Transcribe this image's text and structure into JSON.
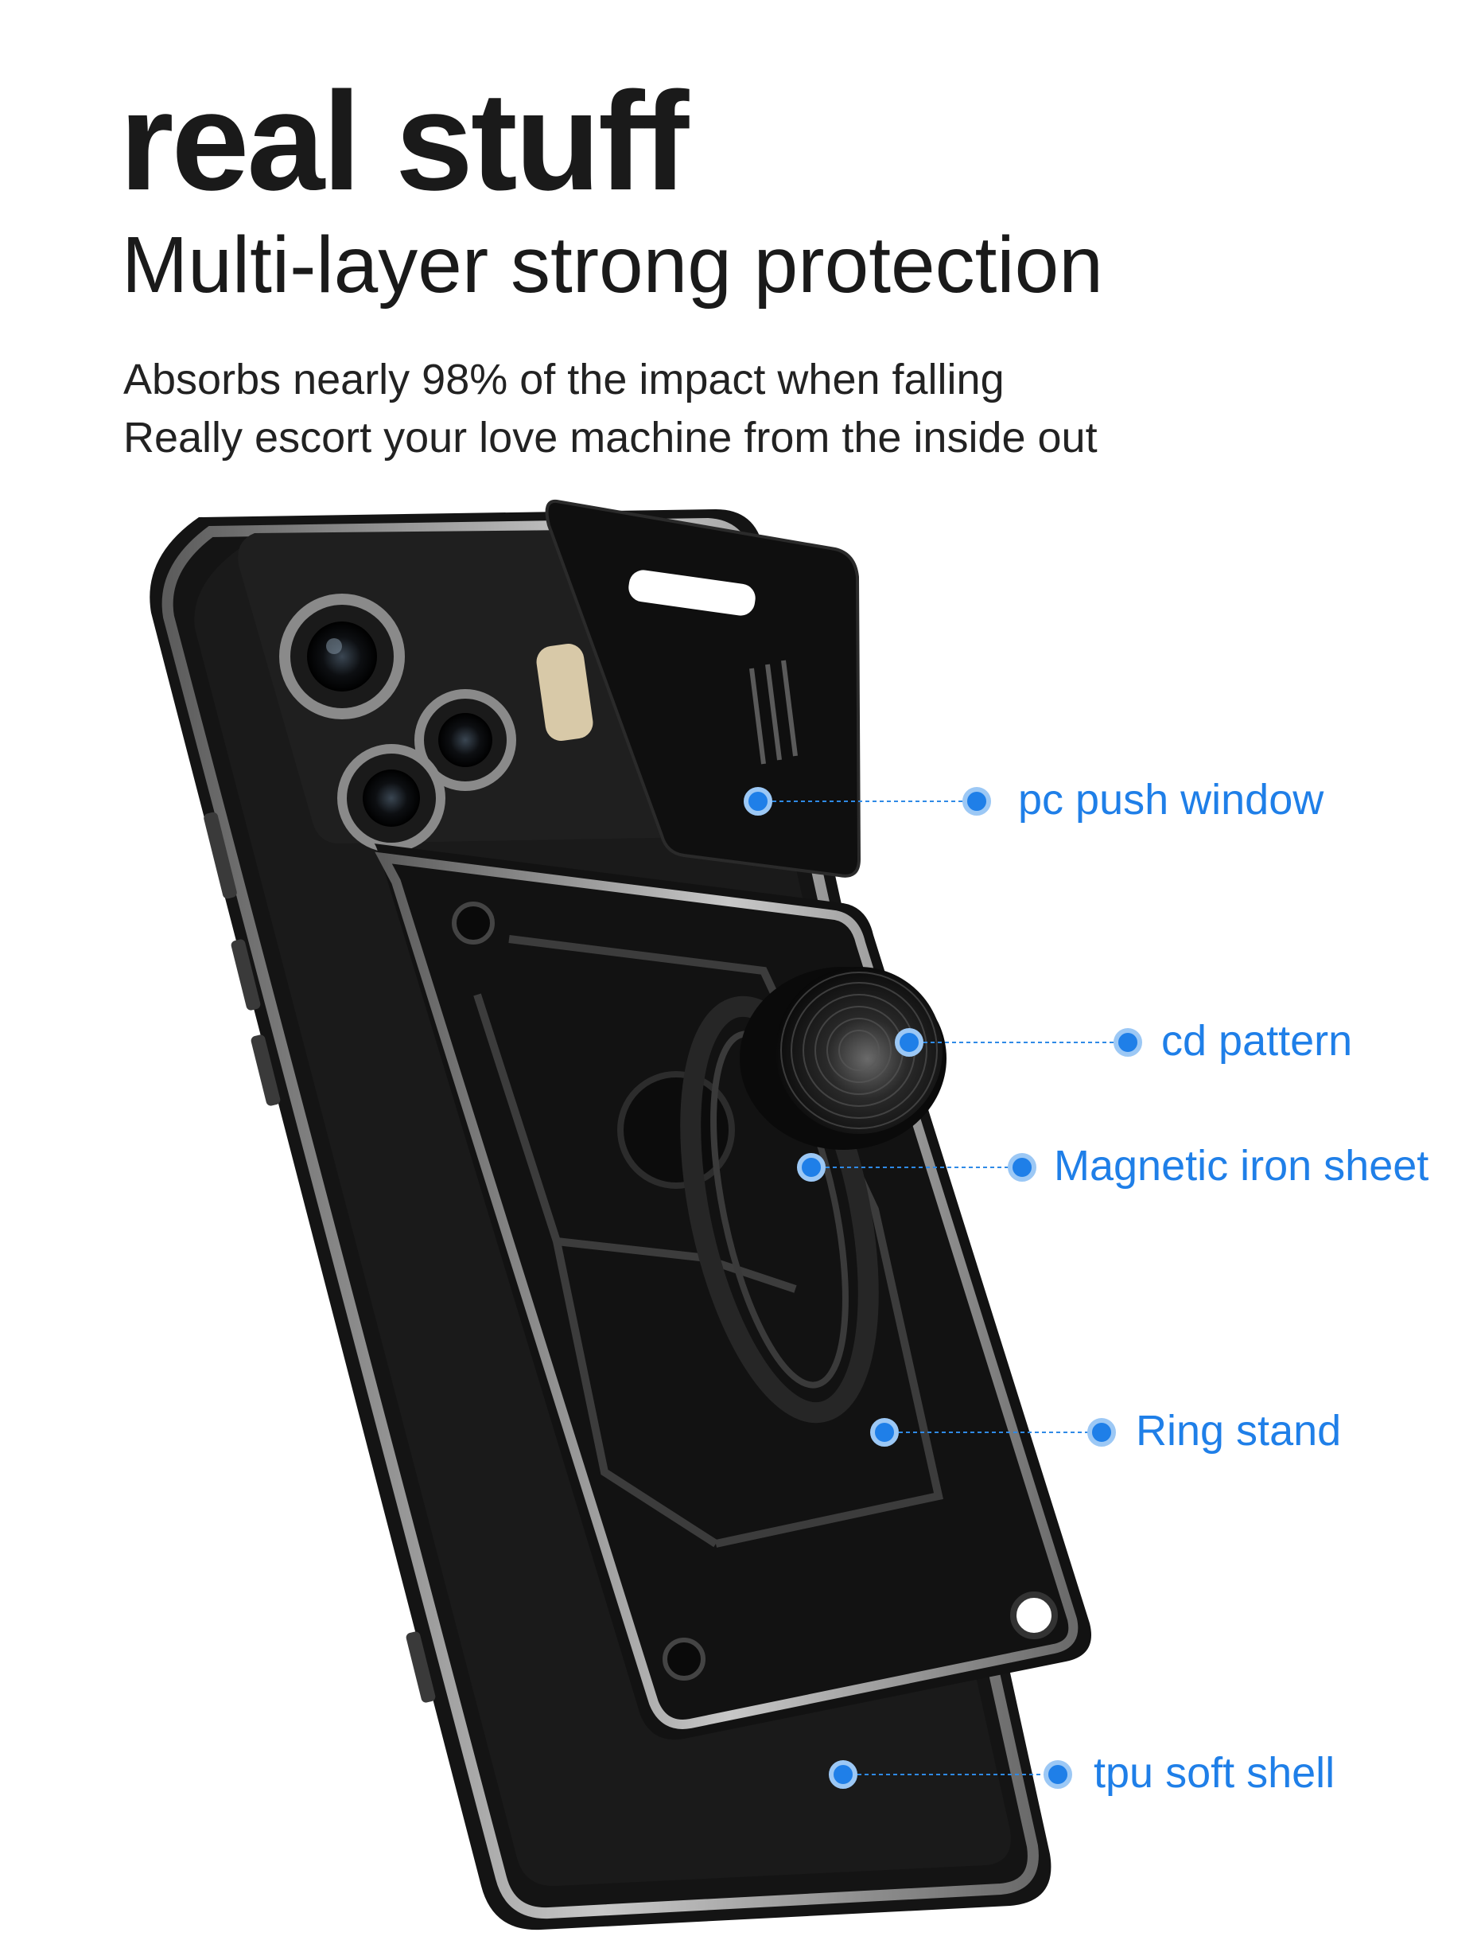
{
  "heading": {
    "title": "real stuff",
    "subtitle": "Multi-layer strong protection"
  },
  "description": {
    "line1": "Absorbs nearly 98% of the impact when falling",
    "line2": "Really escort your love machine from the inside out"
  },
  "callouts": [
    {
      "id": "pc-push-window",
      "label": "pc push window"
    },
    {
      "id": "cd-pattern",
      "label": "cd pattern"
    },
    {
      "id": "magnetic-iron-sheet",
      "label": "Magnetic iron sheet"
    },
    {
      "id": "ring-stand",
      "label": "Ring stand"
    },
    {
      "id": "tpu-soft-shell",
      "label": "tpu soft shell"
    }
  ],
  "colors": {
    "accent": "#1f7fe8",
    "text": "#1a1a1a",
    "case_black": "#111111",
    "frame_silver": "#9a9a9a"
  }
}
